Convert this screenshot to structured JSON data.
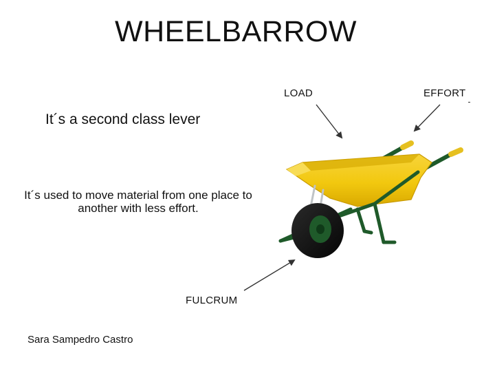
{
  "slide": {
    "title": "WHEELBARROW",
    "subtitle": "It´s a second class lever",
    "description": "It´s used to move material from one place to another with less effort.",
    "author": "Sara Sampedro Castro"
  },
  "labels": {
    "load": "LOAD",
    "effort": "EFFORT",
    "fulcrum": "FULCRUM"
  },
  "colors": {
    "tray_yellow": "#f2c80f",
    "frame_green": "#1f5a2a",
    "tire": "#111111",
    "grip_yellow": "#e6c020"
  }
}
